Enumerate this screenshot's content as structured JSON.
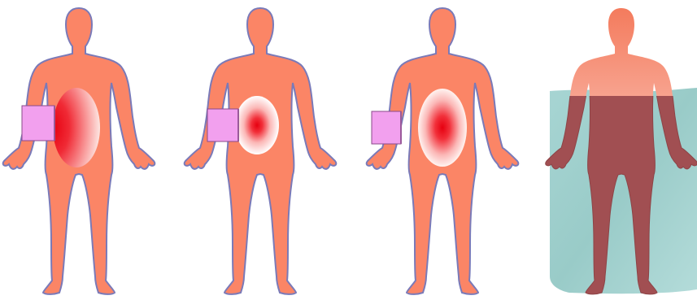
{
  "colors": {
    "body_fill": "#fb8566",
    "body_outline": "#7a7ab8",
    "applicator_fill": "#f2a0ee",
    "applicator_stroke": "#8a4a8a",
    "heat_core": "#e60010",
    "heat_edge": "#ffffff",
    "water_fill": "#9ecfcc",
    "water_edge": "#c8e6e4",
    "immersed_body": "#a14f52",
    "head_gradient_top": "#f47b5d",
    "head_gradient_bottom": "#ffffff"
  },
  "panels": [
    {
      "id": "panel-1",
      "heating_pattern": "surface-heating-near-applicator"
    },
    {
      "id": "panel-2",
      "heating_pattern": "small-focused-heating"
    },
    {
      "id": "panel-3",
      "heating_pattern": "large-focused-heating"
    },
    {
      "id": "panel-4",
      "heating_pattern": "whole-body-water-immersion"
    }
  ]
}
